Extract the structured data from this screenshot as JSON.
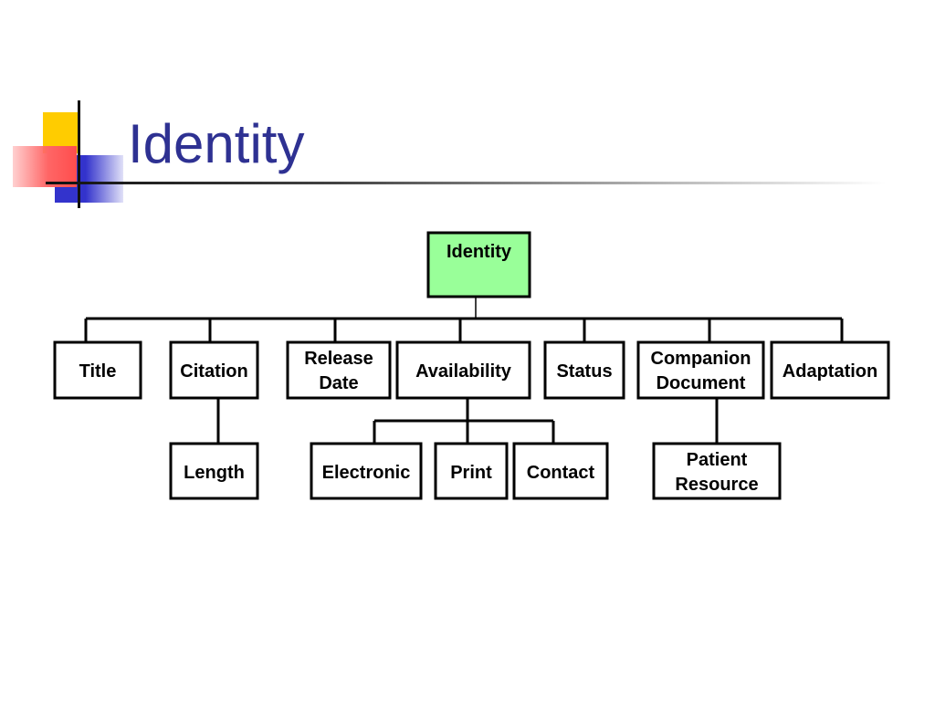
{
  "slide": {
    "title": "Identity"
  },
  "diagram": {
    "root": {
      "id": "identity",
      "label": "Identity"
    },
    "children": [
      {
        "id": "title",
        "label": "Title"
      },
      {
        "id": "citation",
        "label": "Citation"
      },
      {
        "id": "release-date",
        "label": "Release Date"
      },
      {
        "id": "availability",
        "label": "Availability"
      },
      {
        "id": "status",
        "label": "Status"
      },
      {
        "id": "companion-document",
        "label": "Companion Document"
      },
      {
        "id": "adaptation",
        "label": "Adaptation"
      }
    ],
    "grandchildren": [
      {
        "id": "length",
        "label": "Length",
        "parent": "citation"
      },
      {
        "id": "electronic",
        "label": "Electronic",
        "parent": "availability"
      },
      {
        "id": "print",
        "label": "Print",
        "parent": "availability"
      },
      {
        "id": "contact",
        "label": "Contact",
        "parent": "availability"
      },
      {
        "id": "patient-resource",
        "label": "Patient Resource",
        "parent": "companion-document"
      }
    ],
    "colors": {
      "root_fill": "#99ff99",
      "title_color": "#2e3192",
      "deco_yellow": "#ffcc00",
      "deco_blue": "#3333cc",
      "deco_red": "#ff6666"
    }
  }
}
